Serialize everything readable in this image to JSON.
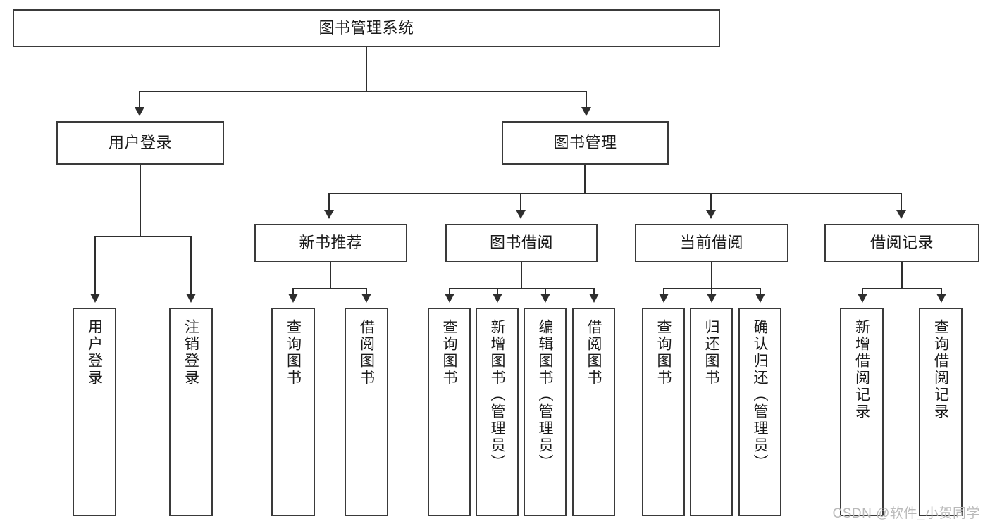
{
  "diagram": {
    "title": "图书管理系统",
    "type": "tree",
    "root": {
      "label": "图书管理系统"
    },
    "level2": [
      {
        "id": "user-login",
        "label": "用户登录"
      },
      {
        "id": "book-management",
        "label": "图书管理"
      }
    ],
    "level3": [
      {
        "id": "new-book-recommend",
        "label": "新书推荐"
      },
      {
        "id": "book-borrow",
        "label": "图书借阅"
      },
      {
        "id": "current-borrow",
        "label": "当前借阅"
      },
      {
        "id": "borrow-record",
        "label": "借阅记录"
      }
    ],
    "leaves": {
      "user_login": [
        {
          "id": "leaf-user-login",
          "label": "用户登录"
        },
        {
          "id": "leaf-logout-login",
          "label": "注销登录"
        }
      ],
      "new_book_recommend": [
        {
          "id": "leaf-query-book-1",
          "label": "查询图书"
        },
        {
          "id": "leaf-borrow-book-1",
          "label": "借阅图书"
        }
      ],
      "book_borrow": [
        {
          "id": "leaf-query-book-2",
          "label": "查询图书"
        },
        {
          "id": "leaf-add-book",
          "label": "新增图书（管理员）"
        },
        {
          "id": "leaf-edit-book",
          "label": "编辑图书（管理员）"
        },
        {
          "id": "leaf-borrow-book-2",
          "label": "借阅图书"
        }
      ],
      "current_borrow": [
        {
          "id": "leaf-query-book-3",
          "label": "查询图书"
        },
        {
          "id": "leaf-return-book",
          "label": "归还图书"
        },
        {
          "id": "leaf-confirm-return",
          "label": "确认归还（管理员）"
        }
      ],
      "borrow_record": [
        {
          "id": "leaf-add-record",
          "label": "新增借阅记录"
        },
        {
          "id": "leaf-query-record",
          "label": "查询借阅记录"
        }
      ]
    }
  },
  "watermark": {
    "text": "CSDN @软件_小贺同学"
  },
  "colors": {
    "box_border": "#3a3a3a",
    "connector": "#2e2e2e",
    "background": "#ffffff",
    "text": "#1a1a1a",
    "watermark": "#b9b9b9"
  }
}
